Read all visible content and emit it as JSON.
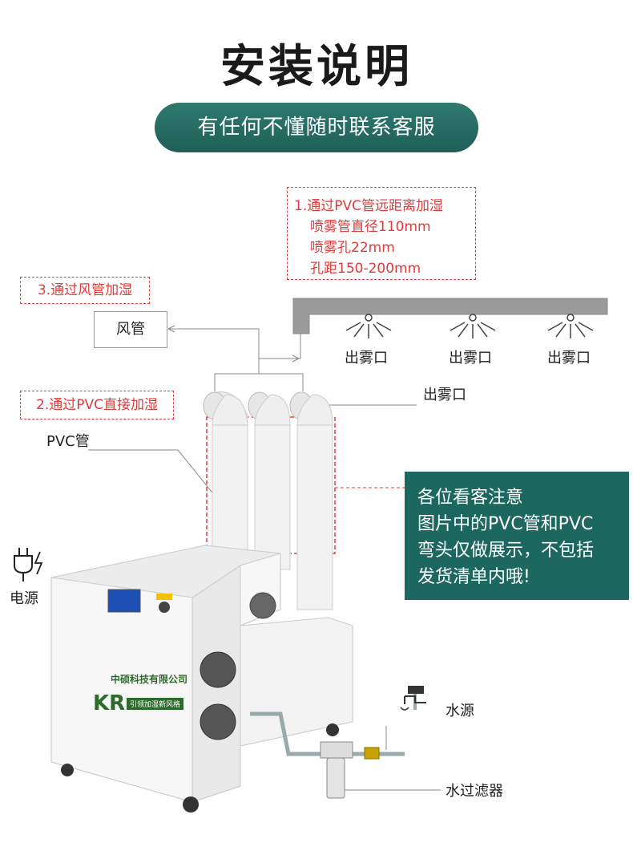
{
  "title": "安装说明",
  "subtitle": "有任何不懂随时联系客服",
  "notes": {
    "pvc_long": [
      "1.通过PVC管远距离加湿",
      "喷雾管直径110mm",
      "喷雾孔22mm",
      "孔距150-200mm"
    ],
    "duct": "3.通过风管加湿",
    "pvc_direct": "2.通过PVC直接加湿"
  },
  "labels": {
    "duct": "风管",
    "mist_outlet": "出雾口",
    "pvc_pipe": "PVC管",
    "power": "电源",
    "water_source": "水源",
    "water_filter": "水过滤器"
  },
  "machine": {
    "brand": "中硕科技有限公司",
    "logo": "KR",
    "product": "引领加湿新风格"
  },
  "notice": [
    "各位看客注意",
    "图片中的PVC管和PVC",
    "弯头仅做展示，不包括",
    "发货清单内哦!"
  ],
  "colors": {
    "accent": "#1f5f58",
    "warning": "#e23b3b"
  }
}
